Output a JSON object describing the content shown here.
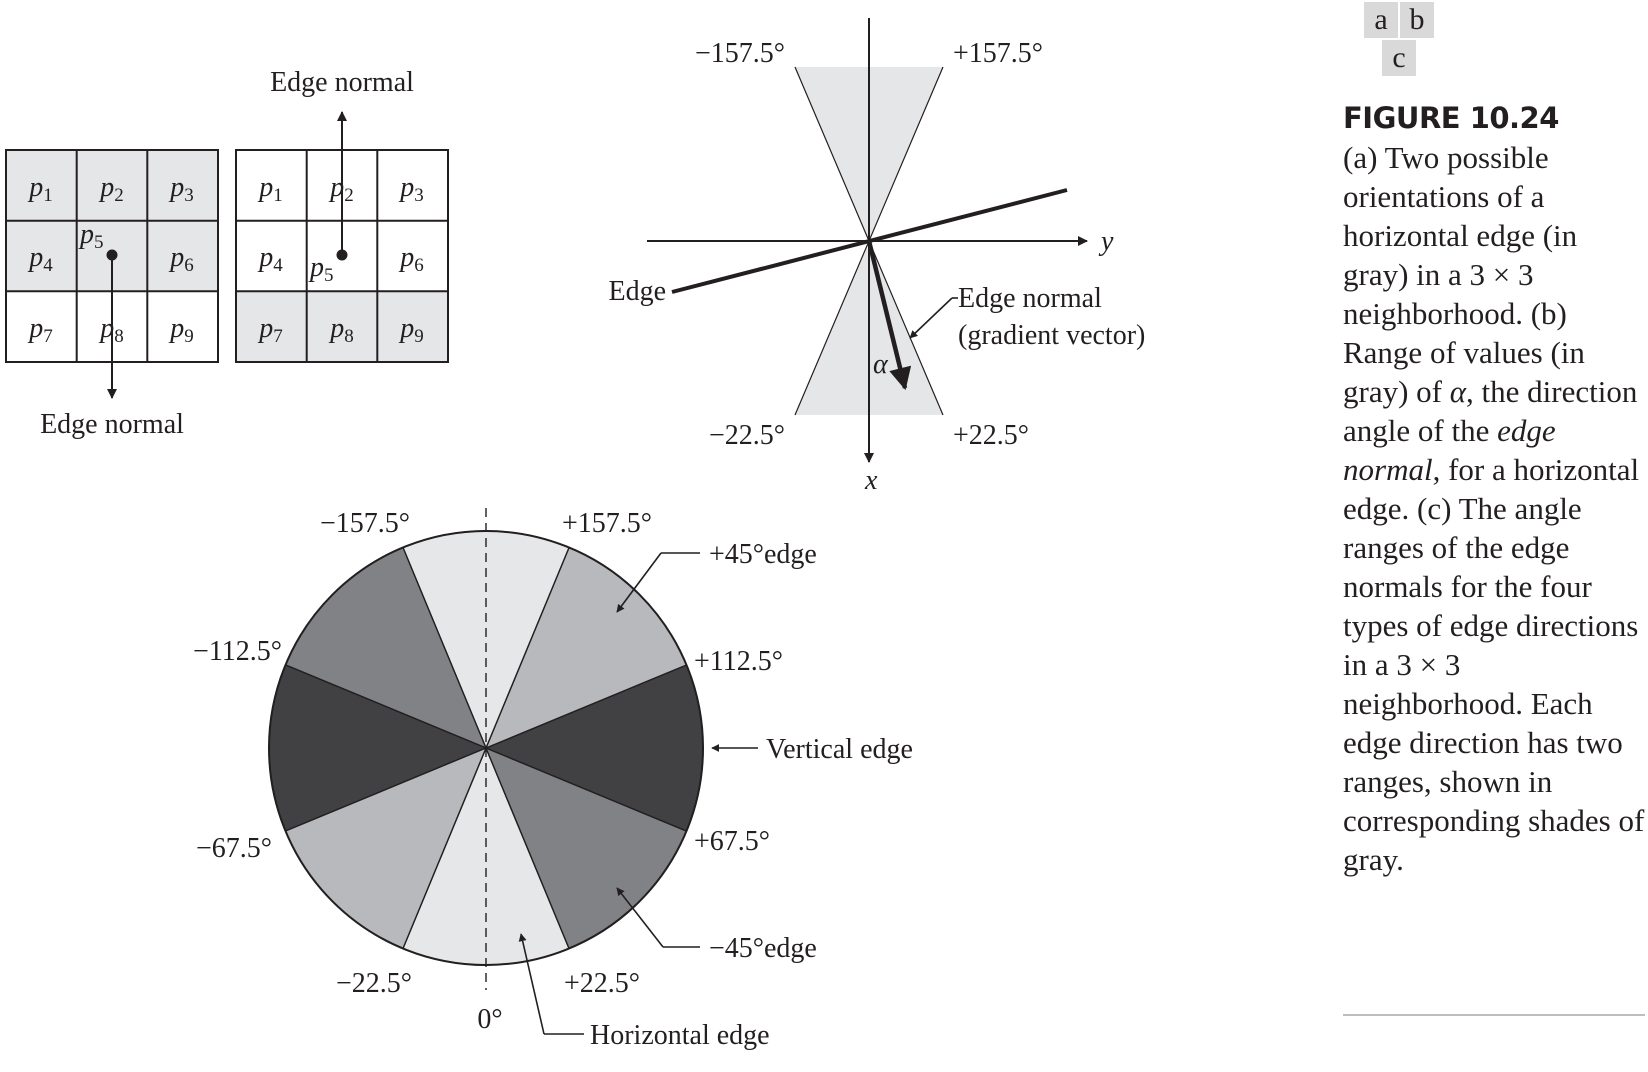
{
  "panel_tags": [
    "a",
    "b",
    "c"
  ],
  "caption": {
    "title": "FIGURE 10.24",
    "parts": [
      {
        "t": "(a) Two possible orientations of a horizontal edge (in gray) in a 3 × 3 neighborhood. (b) Range of values (in gray) of ",
        "i": false
      },
      {
        "t": "α",
        "i": true
      },
      {
        "t": ", the direction angle of the ",
        "i": false
      },
      {
        "t": "edge normal",
        "i": true
      },
      {
        "t": ", for a horizontal edge. (c) The angle ranges of the edge normals for the four types of edge directions in a 3 × 3 neighborhood. Each edge direction has two ranges, shown in corresponding shades of gray.",
        "i": false
      }
    ]
  },
  "panel_a": {
    "edge_normal_top_label": "Edge normal",
    "edge_normal_bottom_label": "Edge normal",
    "cell_letter": "p",
    "cells": [
      "1",
      "2",
      "3",
      "4",
      "5",
      "6",
      "7",
      "8",
      "9"
    ],
    "colors": {
      "gray": "#e5e6e7",
      "white": "#ffffff"
    }
  },
  "panel_b": {
    "angle_labels": [
      "−157.5°",
      "+157.5°",
      "−22.5°",
      "+22.5°"
    ],
    "axis_y": "y",
    "axis_x": "x",
    "edge_label": "Edge",
    "normal_label_line1": "Edge normal",
    "normal_label_line2": "(gradient vector)",
    "alpha": "α",
    "wedge_color": "#e5e6e7"
  },
  "panel_c": {
    "angle_labels": {
      "m157": "−157.5°",
      "p157": "+157.5°",
      "m112": "−112.5°",
      "p112": "+112.5°",
      "m67": "−67.5°",
      "p67": "+67.5°",
      "m22": "−22.5°",
      "p22": "+22.5°",
      "zero": "0°"
    },
    "edge_labels": {
      "p45": "+45°edge",
      "vertical": "Vertical edge",
      "m45": "−45°edge",
      "horizontal": "Horizontal edge"
    },
    "sector_colors": {
      "horizontal": "#e6e7e8",
      "plus45": "#b7b9bc",
      "vertical": "#414042",
      "minus45": "#808285"
    }
  }
}
